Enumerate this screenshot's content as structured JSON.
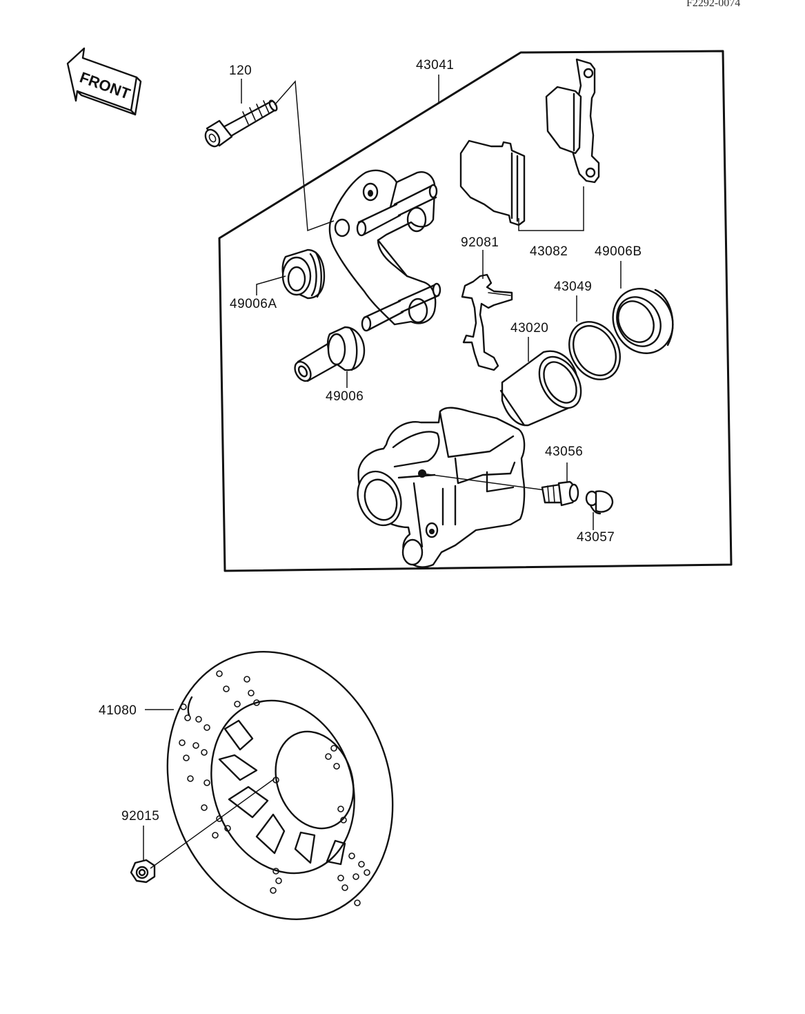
{
  "header": {
    "reference_code": "F2292-0074"
  },
  "front_indicator": {
    "text": "FRONT"
  },
  "parts": {
    "bolt": "120",
    "caliper_assy": "43041",
    "pads": "43082",
    "anti_rattle_spring": "92081",
    "bracket_boot_a": "49006A",
    "slide_pin_boot": "49006",
    "dust_seal_b": "49006B",
    "piston_seal": "43049",
    "piston": "43020",
    "bleed_valve": "43056",
    "bleed_cap": "43057",
    "brake_disc": "41080",
    "nut": "92015"
  }
}
